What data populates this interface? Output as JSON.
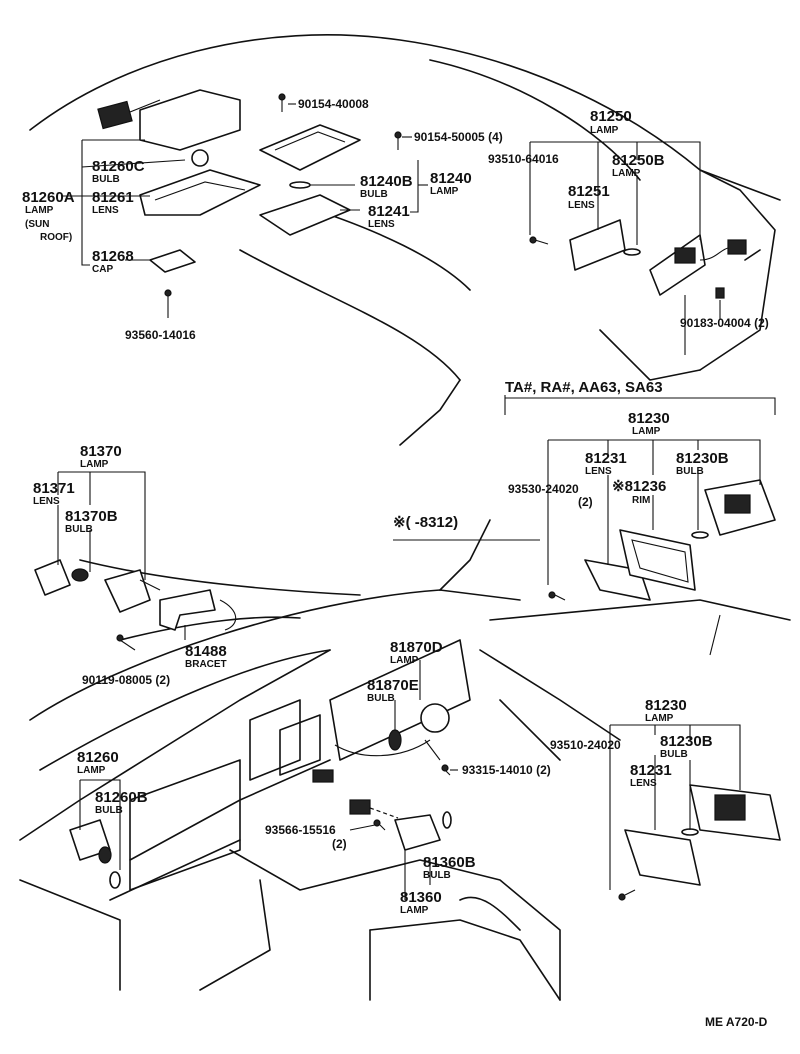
{
  "diagram_code": "ME  A720-D",
  "variant_header": "TA#, RA#, AA63, SA63",
  "date_note": "※(     -8312)",
  "labels": {
    "p90154_40008": "90154-40008",
    "p90154_50005": "90154-50005 (4)",
    "p81250": "81250",
    "p81250_sub": "LAMP",
    "p93510_64016": "93510-64016",
    "p81250b": "81250B",
    "p81250b_sub": "LAMP",
    "p81251": "81251",
    "p81251_sub": "LENS",
    "p81260c": "81260C",
    "p81260c_sub": "BULB",
    "p81260a": "81260A",
    "p81260a_sub1": "LAMP",
    "p81260a_sub2": "(SUN",
    "p81260a_sub3": "ROOF)",
    "p81261": "81261",
    "p81261_sub": "LENS",
    "p81268": "81268",
    "p81268_sub": "CAP",
    "p81240b": "81240B",
    "p81240b_sub": "BULB",
    "p81240": "81240",
    "p81240_sub": "LAMP",
    "p81241": "81241",
    "p81241_sub": "LENS",
    "p93560_14016": "93560-14016",
    "p90183_04004": "90183-04004 (2)",
    "p81230_top": "81230",
    "p81230_top_sub": "LAMP",
    "p81231_top": "81231",
    "p81231_top_sub": "LENS",
    "p81230b_top": "81230B",
    "p81230b_top_sub": "BULB",
    "p93530_24020": "93530-24020",
    "p93530_24020_qty": "(2)",
    "p81236": "※81236",
    "p81236_sub": "RIM",
    "p81370": "81370",
    "p81370_sub": "LAMP",
    "p81371": "81371",
    "p81371_sub": "LENS",
    "p81370b": "81370B",
    "p81370b_sub": "BULB",
    "p81488": "81488",
    "p81488_sub": "BRACET",
    "p90119_08005": "90119-08005 (2)",
    "p81870d": "81870D",
    "p81870d_sub": "LAMP",
    "p81870e": "81870E",
    "p81870e_sub": "BULB",
    "p93315_14010": "93315-14010 (2)",
    "p81260": "81260",
    "p81260_sub": "LAMP",
    "p81260b": "81260B",
    "p81260b_sub": "BULB",
    "p93566_15516": "93566-15516",
    "p93566_15516_qty": "(2)",
    "p81360b": "81360B",
    "p81360b_sub": "BULB",
    "p81360": "81360",
    "p81360_sub": "LAMP",
    "p81230_bot": "81230",
    "p81230_bot_sub": "LAMP",
    "p93510_24020": "93510-24020",
    "p81230b_bot": "81230B",
    "p81230b_bot_sub": "BULB",
    "p81231_bot": "81231",
    "p81231_bot_sub": "LENS"
  }
}
